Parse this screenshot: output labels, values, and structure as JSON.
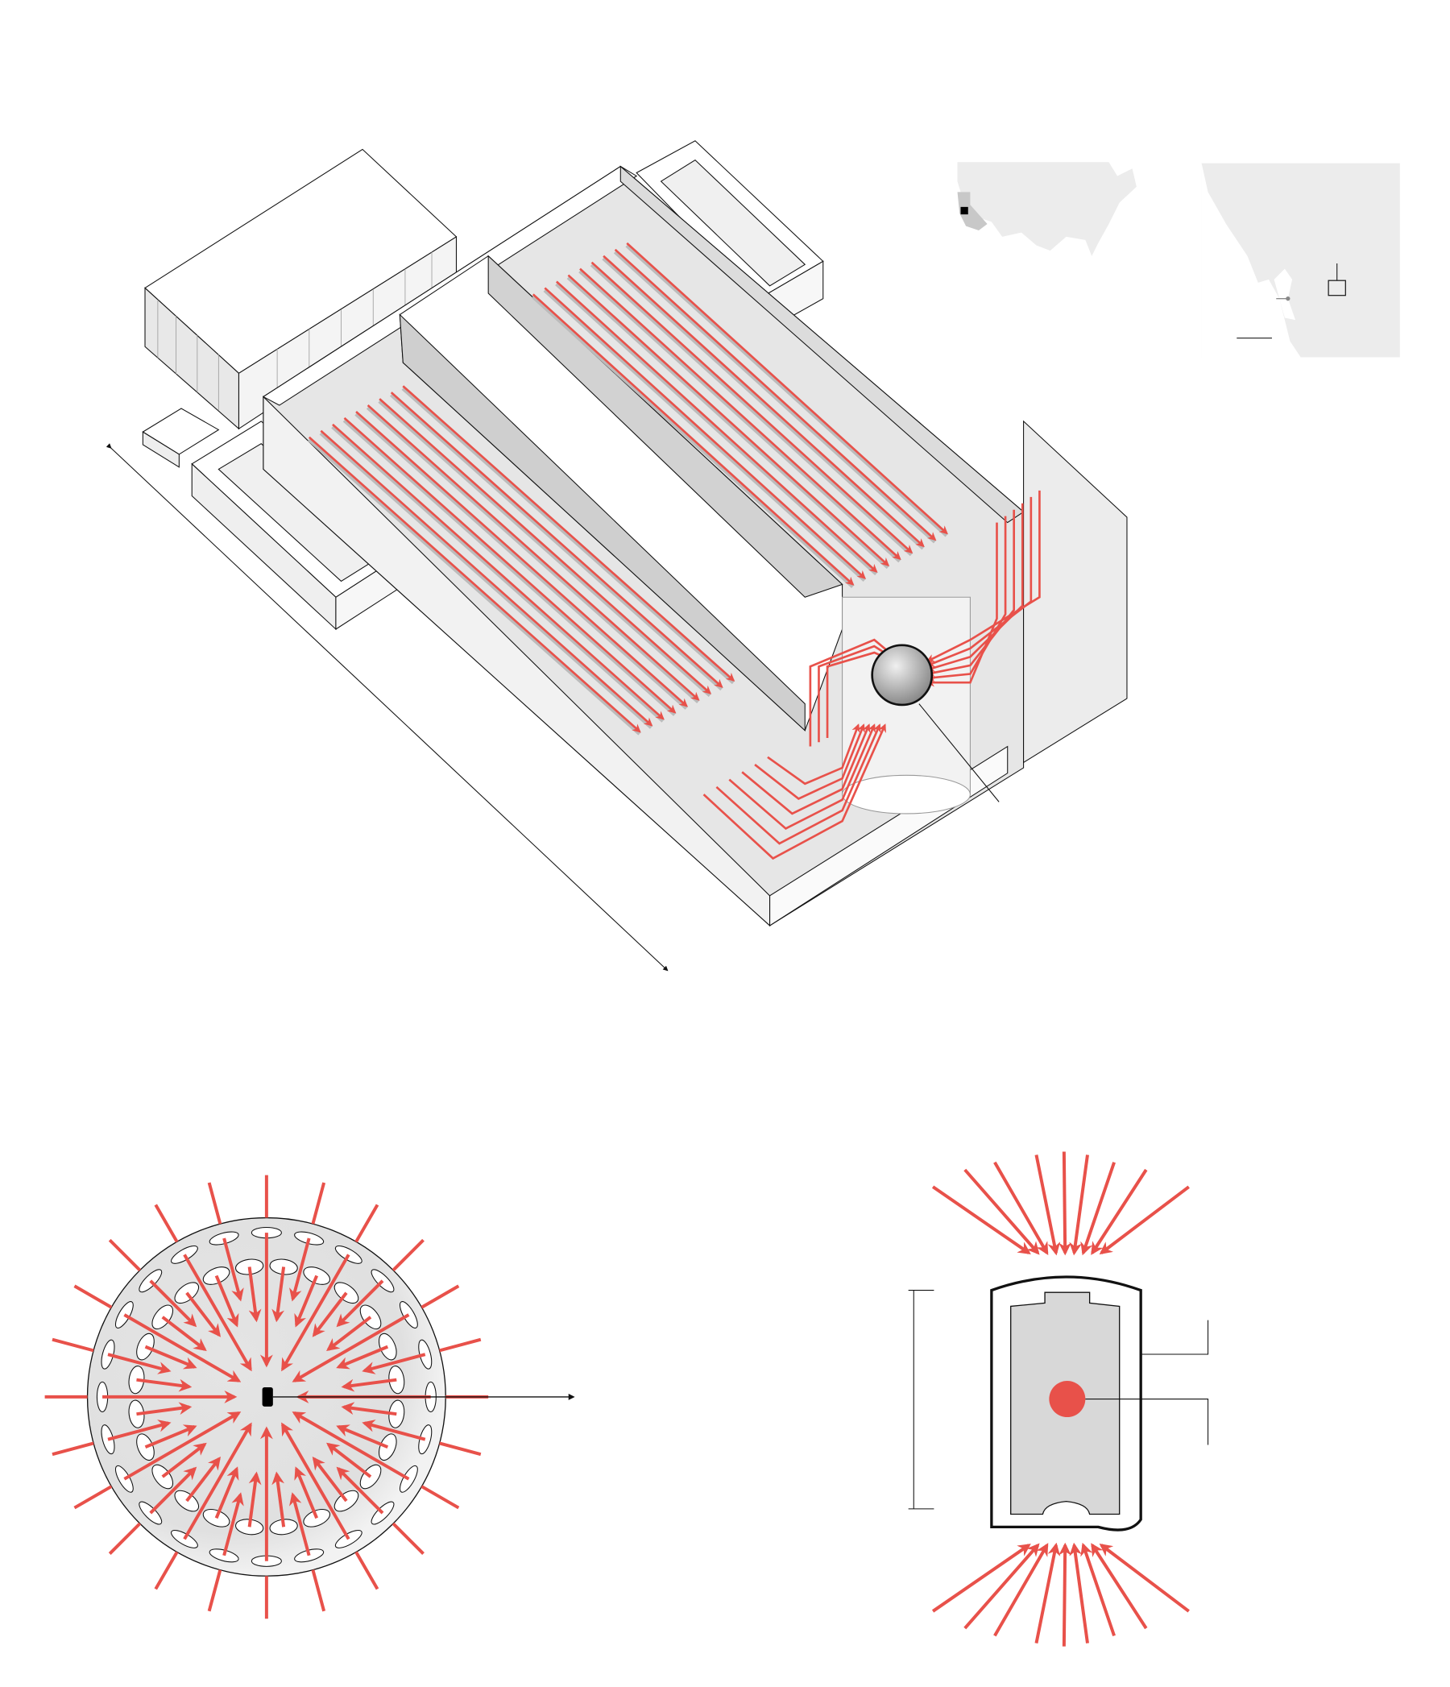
{
  "colors": {
    "laser": "#e8514a",
    "floor": "#e6e6e6",
    "wall": "#d9d9d9",
    "map_land": "#ececec",
    "map_state": "#c8c8c8",
    "chamber": "#e2e2e2",
    "ink": "#111111"
  },
  "upper_bay_beam_count": 9,
  "lower_bay_beam_count": 9,
  "chamber_port_count": 24
}
